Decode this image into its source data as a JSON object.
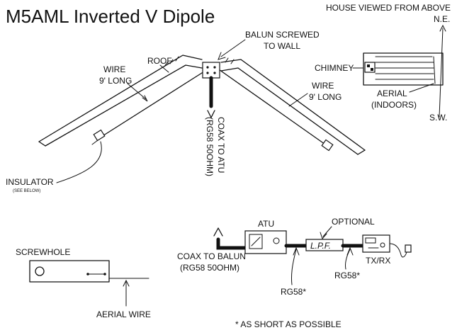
{
  "title": "M5AML Inverted V Dipole",
  "labels": {
    "roof": "ROOF",
    "wire_left_1": "WIRE",
    "wire_left_2": "9' LONG",
    "wire_right_1": "WIRE",
    "wire_right_2": "9' LONG",
    "balun_1": "BALUN SCREWED",
    "balun_2": "TO WALL",
    "coax_atu_1": "COAX TO ATU",
    "coax_atu_2": "(RG58 50OHM)",
    "insulator": "INSULATOR",
    "see_below": "(SEE BELOW)",
    "house_view": "HOUSE VIEWED FROM ABOVE",
    "ne": "N.E.",
    "sw": "S.W.",
    "chimney": "CHIMNEY",
    "aerial_1": "AERIAL",
    "aerial_2": "(INDOORS)",
    "screwhole": "SCREWHOLE",
    "aerial_wire": "AERIAL WIRE",
    "atu": "ATU",
    "optional": "OPTIONAL",
    "lpf": "L.P.F.",
    "txrx": "TX/RX",
    "coax_balun_1": "COAX TO BALUN",
    "coax_balun_2": "(RG58 50OHM)",
    "rg58_a": "RG58*",
    "rg58_b": "RG58*",
    "footnote": "* AS SHORT AS POSSIBLE"
  }
}
